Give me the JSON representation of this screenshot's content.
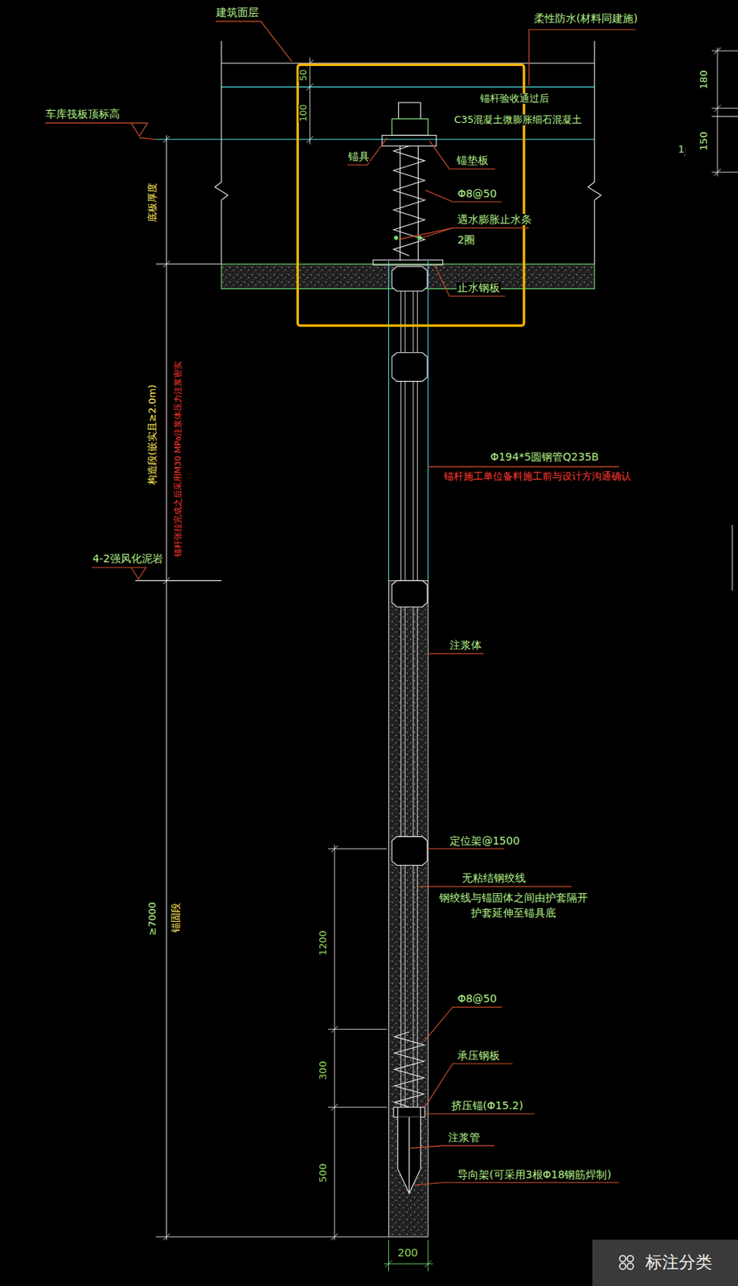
{
  "diagram": {
    "nodes": [
      {
        "text": [
          "标注分类"
        ]
      }
    ],
    "labels": [
      "建筑面层",
      "柔性防水(材料同建施)",
      "50",
      "100",
      "车库筏板顶标高",
      "锚杆验收通过后",
      "C35混凝土微膨胀细石混凝土",
      "锚具",
      "锚垫板",
      "Φ8@50",
      "遇水膨胀止水条",
      "2圈",
      "底板厚度",
      "止水钢板",
      "180",
      "150",
      "1",
      "构造段(嵌实且≥2.0m)",
      "锚杆张拉完成之后采用M30 MPa注浆体压力注浆密实",
      "Φ194*5圆钢管Q235B",
      "锚杆施工单位备料施工前与设计方沟通确认",
      "4-2强风化泥岩",
      "注浆体",
      "定位架@1500",
      "无粘结钢绞线",
      "钢绞线与锚固体之间由护套隔开 护套延伸至锚具底",
      "≥7000",
      "锚固段",
      "1200",
      "Φ8@50",
      "300",
      "承压钢板",
      "挤压锚(Φ15.2)",
      "注浆管",
      "500",
      "导向架(可采用3根Φ18钢筋焊制)",
      "200"
    ]
  }
}
